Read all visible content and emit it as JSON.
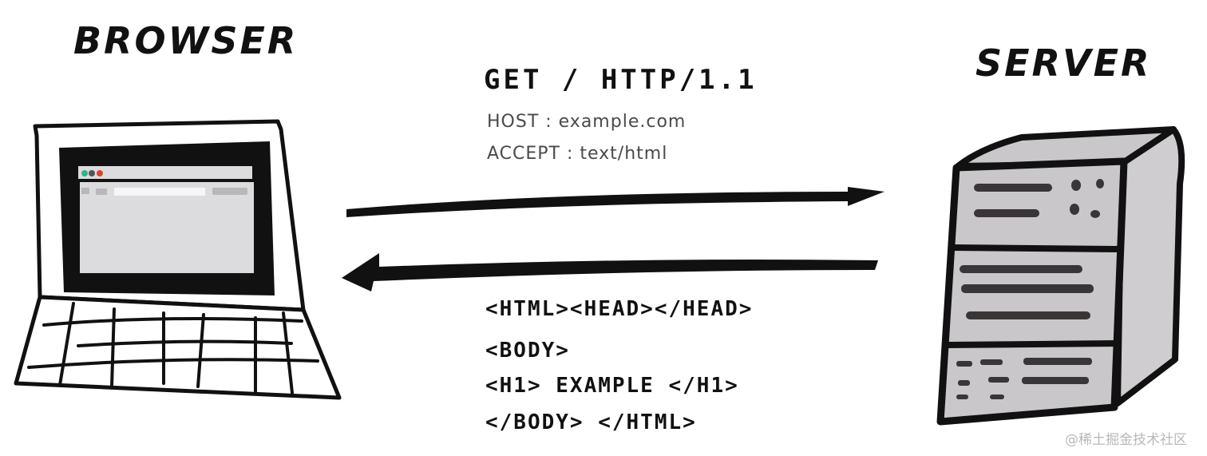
{
  "labels": {
    "browser": "BROWSER",
    "server": "SERVER"
  },
  "request": {
    "line": "GET / HTTP/1.1",
    "headers": [
      {
        "name": "HOST",
        "sep": ":",
        "value": "example.com"
      },
      {
        "name": "ACCEPT",
        "sep": ":",
        "value": "text/html"
      }
    ],
    "header_lines": [
      "HOST :  example.com",
      "ACCEPT :  text/html"
    ]
  },
  "response": {
    "lines": [
      "<HTML><HEAD></HEAD>",
      "<BODY>",
      "<H1> EXAMPLE </H1>",
      "</BODY> </HTML>"
    ]
  },
  "arrows": {
    "request_direction": "browser-to-server",
    "response_direction": "server-to-browser"
  },
  "browser_window": {
    "traffic_lights": [
      "#2bb58a",
      "#555555",
      "#d9452b"
    ]
  },
  "colors": {
    "ink": "#111111",
    "screen_gray": "#dcdcde",
    "server_gray": "#c9c7ca",
    "server_side": "#cfcdd0",
    "slot": "#3a3536"
  },
  "watermark": "@稀土掘金技术社区"
}
